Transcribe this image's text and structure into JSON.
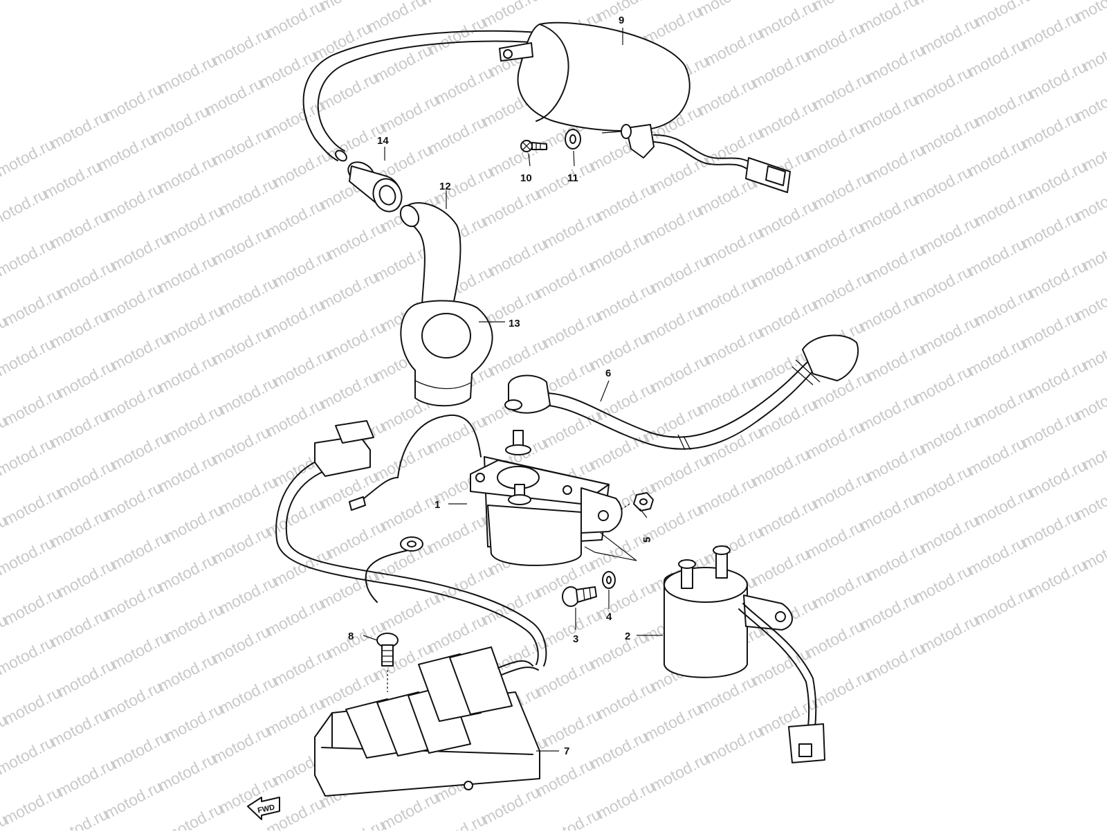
{
  "watermark": {
    "text": "motod.ru",
    "color": "#c9c9c9"
  },
  "fwd_arrow": {
    "label": "FWD"
  },
  "callouts": [
    {
      "id": "1",
      "label": "1"
    },
    {
      "id": "2",
      "label": "2"
    },
    {
      "id": "3",
      "label": "3"
    },
    {
      "id": "4",
      "label": "4"
    },
    {
      "id": "5",
      "label": "5"
    },
    {
      "id": "6",
      "label": "6"
    },
    {
      "id": "7",
      "label": "7"
    },
    {
      "id": "8",
      "label": "8"
    },
    {
      "id": "9",
      "label": "9"
    },
    {
      "id": "10",
      "label": "10"
    },
    {
      "id": "11",
      "label": "11"
    },
    {
      "id": "12",
      "label": "12"
    },
    {
      "id": "13",
      "label": "13"
    },
    {
      "id": "14",
      "label": "14"
    }
  ]
}
